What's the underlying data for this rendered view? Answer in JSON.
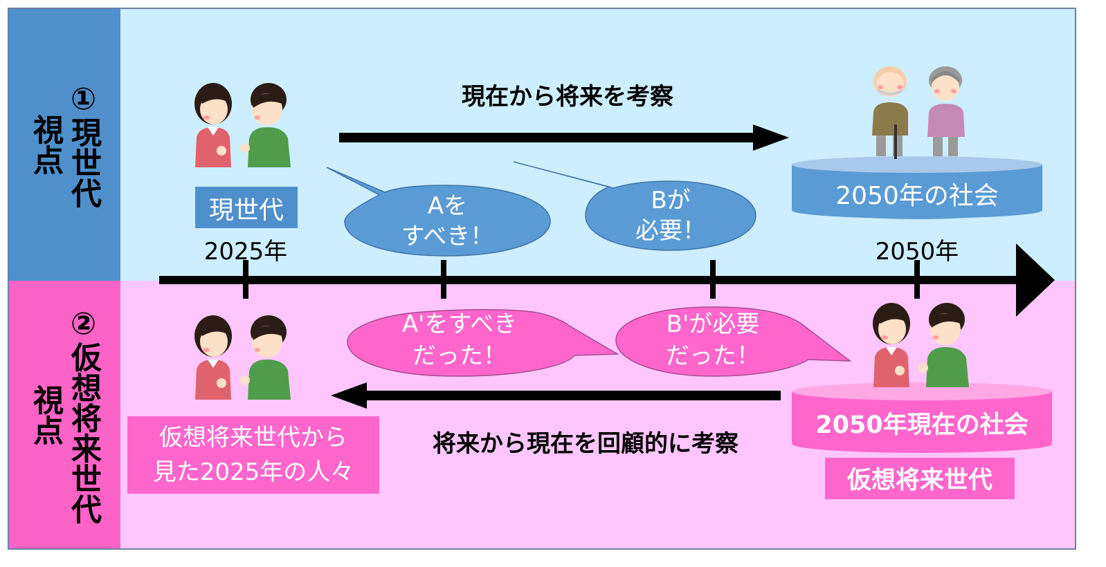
{
  "colors": {
    "current_band": "#cdeefe",
    "current_side": "#4f8fcc",
    "future_band": "#fec6fd",
    "future_side": "#fb63c6",
    "blue_bubble": "#5b9bd5",
    "pink_bubble": "#ff66cc",
    "stroke": "#000000"
  },
  "side_labels": {
    "current": {
      "col1": "①現世代",
      "col2": "視点"
    },
    "future": {
      "col1": "②仮想将来世代",
      "col2": "視点"
    }
  },
  "top": {
    "caption": "現在から将来を考察",
    "current_gen_label": "現世代",
    "bubble_a": {
      "line1": "Aを",
      "line2": "すべき！"
    },
    "bubble_b": {
      "line1": "Bが",
      "line2": "必要！"
    },
    "society_label": "2050年の社会"
  },
  "timeline": {
    "year_start": "2025年",
    "year_end": "2050年"
  },
  "bottom": {
    "bubble_a": {
      "line1": "A'をすべき",
      "line2": "だった！"
    },
    "bubble_b": {
      "line1": "B'が必要",
      "line2": "だった！"
    },
    "people_label": {
      "line1": "仮想将来世代から",
      "line2": "見た2025年の人々"
    },
    "caption": "将来から現在を回顧的に考察",
    "society_label": "2050年現在の社会",
    "future_gen_label": "仮想将来世代"
  },
  "icons": [
    "couple-icon",
    "elderly-couple-icon"
  ]
}
